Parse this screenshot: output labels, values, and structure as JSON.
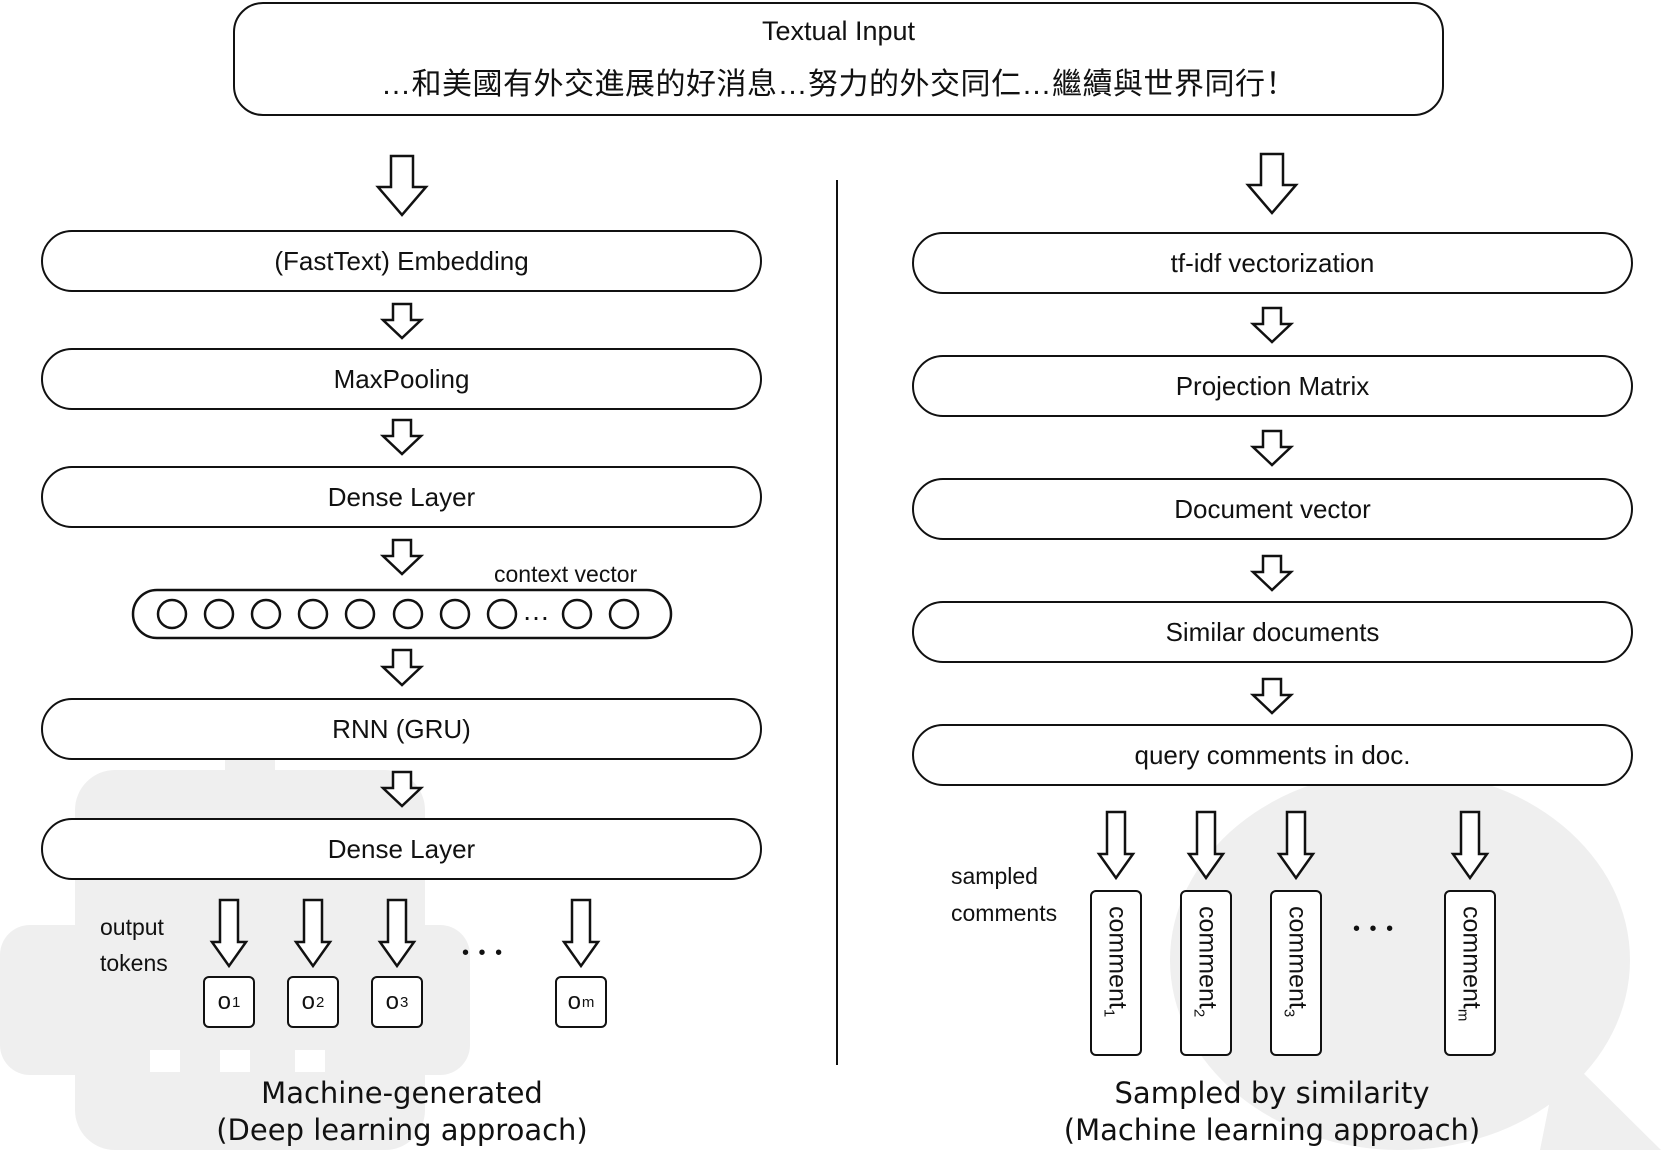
{
  "top": {
    "title": "Textual Input",
    "text": "…和美國有外交進展的好消息…努力的外交同仁…繼續與世界同行！"
  },
  "left": {
    "steps": [
      "(FastText) Embedding",
      "MaxPooling",
      "Dense Layer",
      "RNN (GRU)",
      "Dense Layer"
    ],
    "context_label": "context vector",
    "ellipsis": "…",
    "output_label_1": "output",
    "output_label_2": "tokens",
    "token_base": "o",
    "token_subs": [
      "1",
      "2",
      "3",
      "m"
    ],
    "dots": "• • •",
    "caption_1": "Machine-generated",
    "caption_2": "(Deep learning approach)"
  },
  "right": {
    "steps": [
      "tf-idf vectorization",
      "Projection Matrix",
      "Document vector",
      "Similar documents",
      "query comments in doc."
    ],
    "sampled_label_1": "sampled",
    "sampled_label_2": "comments",
    "comment_base": "comment",
    "comment_subs": [
      "1",
      "2",
      "3",
      "m"
    ],
    "dots": "• • •",
    "caption_1": "Sampled by similarity",
    "caption_2": "(Machine learning approach)"
  },
  "colors": {
    "stroke": "#111111",
    "watermark": "#efefef",
    "background": "#ffffff"
  }
}
